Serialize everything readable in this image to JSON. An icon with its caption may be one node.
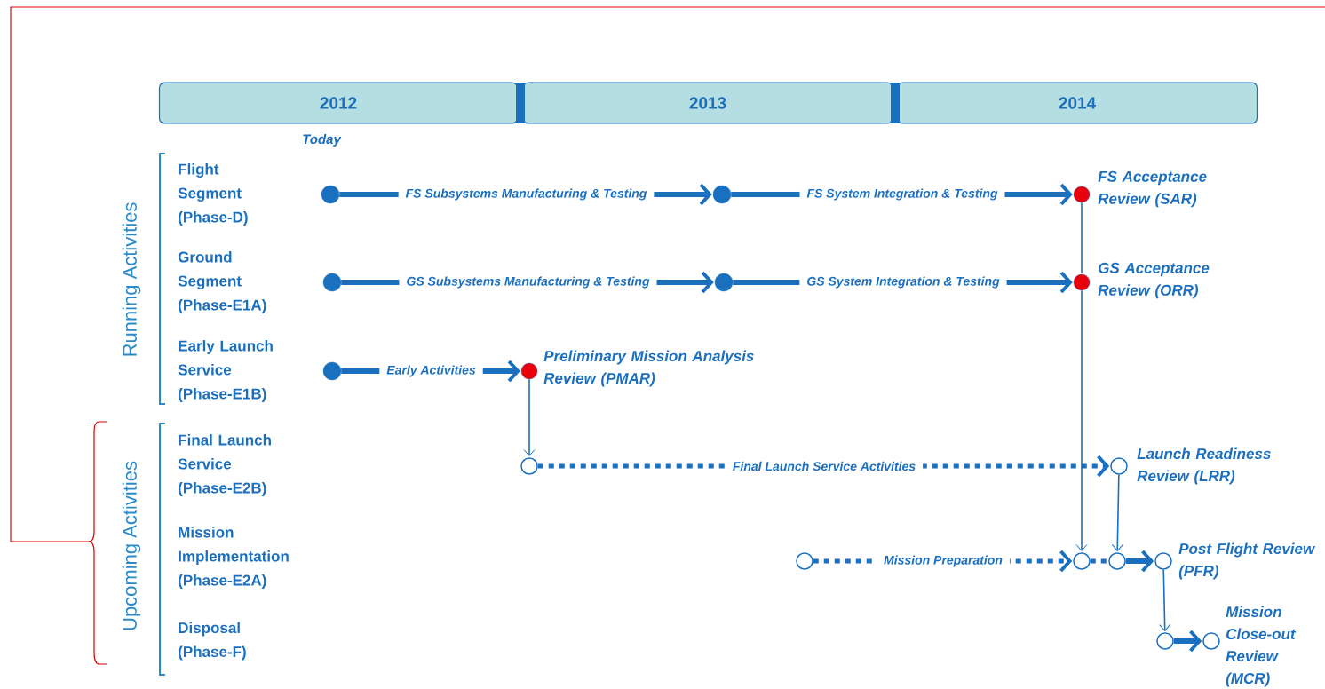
{
  "diagram": {
    "nodes": [
      {
        "text": [
          "2012"
        ]
      },
      {
        "text": [
          "2013"
        ]
      },
      {
        "text": [
          "2014"
        ]
      },
      {
        "text": [],
        "shape": "circle"
      },
      {
        "text": [],
        "shape": "circle"
      },
      {
        "text": [],
        "shape": "circle",
        "beside": [
          "FS Acceptance Review (SAR)"
        ]
      },
      {
        "text": [],
        "shape": "circle"
      },
      {
        "text": [],
        "shape": "circle"
      },
      {
        "text": [],
        "shape": "circle",
        "beside": [
          "GS Acceptance Review (ORR)"
        ]
      },
      {
        "text": [],
        "shape": "circle"
      },
      {
        "text": [],
        "shape": "circle",
        "beside": [
          "Preliminary Mission Analysis Review (PMAR)"
        ]
      },
      {
        "text": [],
        "shape": "circle"
      },
      {
        "text": [],
        "shape": "circle",
        "beside": [
          "Launch Readiness Review (LRR)"
        ]
      },
      {
        "text": [],
        "shape": "circle"
      },
      {
        "text": [],
        "shape": "circle"
      },
      {
        "text": [],
        "shape": "circle"
      },
      {
        "text": [],
        "shape": "circle",
        "beside": [
          "Post Flight Review (PFR)"
        ]
      },
      {
        "text": [],
        "shape": "circle"
      },
      {
        "text": [],
        "shape": "circle",
        "beside": [
          "Mission Close-out Review (MCR)"
        ]
      }
    ],
    "edges": [
      {
        "from": 3,
        "to": 4,
        "arrow": "to",
        "label": "FS Subsystems Manufacturing & Testing"
      },
      {
        "from": 4,
        "to": 5,
        "arrow": "to",
        "label": "FS System Integration & Testing"
      },
      {
        "from": 6,
        "to": 7,
        "arrow": "to",
        "label": "GS Subsystems Manufacturing & Testing"
      },
      {
        "from": 7,
        "to": 8,
        "arrow": "to",
        "label": "GS System Integration & Testing"
      },
      {
        "from": 9,
        "to": 10,
        "arrow": "to",
        "label": "Early Activities"
      },
      {
        "from": 10,
        "to": 11,
        "arrow": "to"
      },
      {
        "from": 11,
        "to": 12,
        "arrow": "to",
        "style": "dashed",
        "label": "Final Launch Service Activities"
      },
      {
        "from": 5,
        "to": 8,
        "arrow": "none"
      },
      {
        "from": 8,
        "to": 14,
        "arrow": "to"
      },
      {
        "from": 12,
        "to": 15,
        "arrow": "to"
      },
      {
        "from": 13,
        "to": 14,
        "arrow": "to",
        "style": "dashed",
        "label": "Mission Preparation"
      },
      {
        "from": 14,
        "to": 15,
        "arrow": "none",
        "style": "dashed"
      },
      {
        "from": 15,
        "to": 16,
        "arrow": "to"
      },
      {
        "from": 16,
        "to": 17,
        "arrow": "to"
      },
      {
        "from": 17,
        "to": 18,
        "arrow": "to"
      }
    ],
    "labels": [
      "Today",
      "Running Activities",
      "Flight Segment (Phase-D)",
      "Ground Segment (Phase-E1A)",
      "Early Launch Service (Phase-E1B)",
      "Upcoming Activities",
      "Final Launch Service (Phase-E2B)",
      "Mission Implementation (Phase-E2A)",
      "Disposal (Phase-F)"
    ]
  }
}
